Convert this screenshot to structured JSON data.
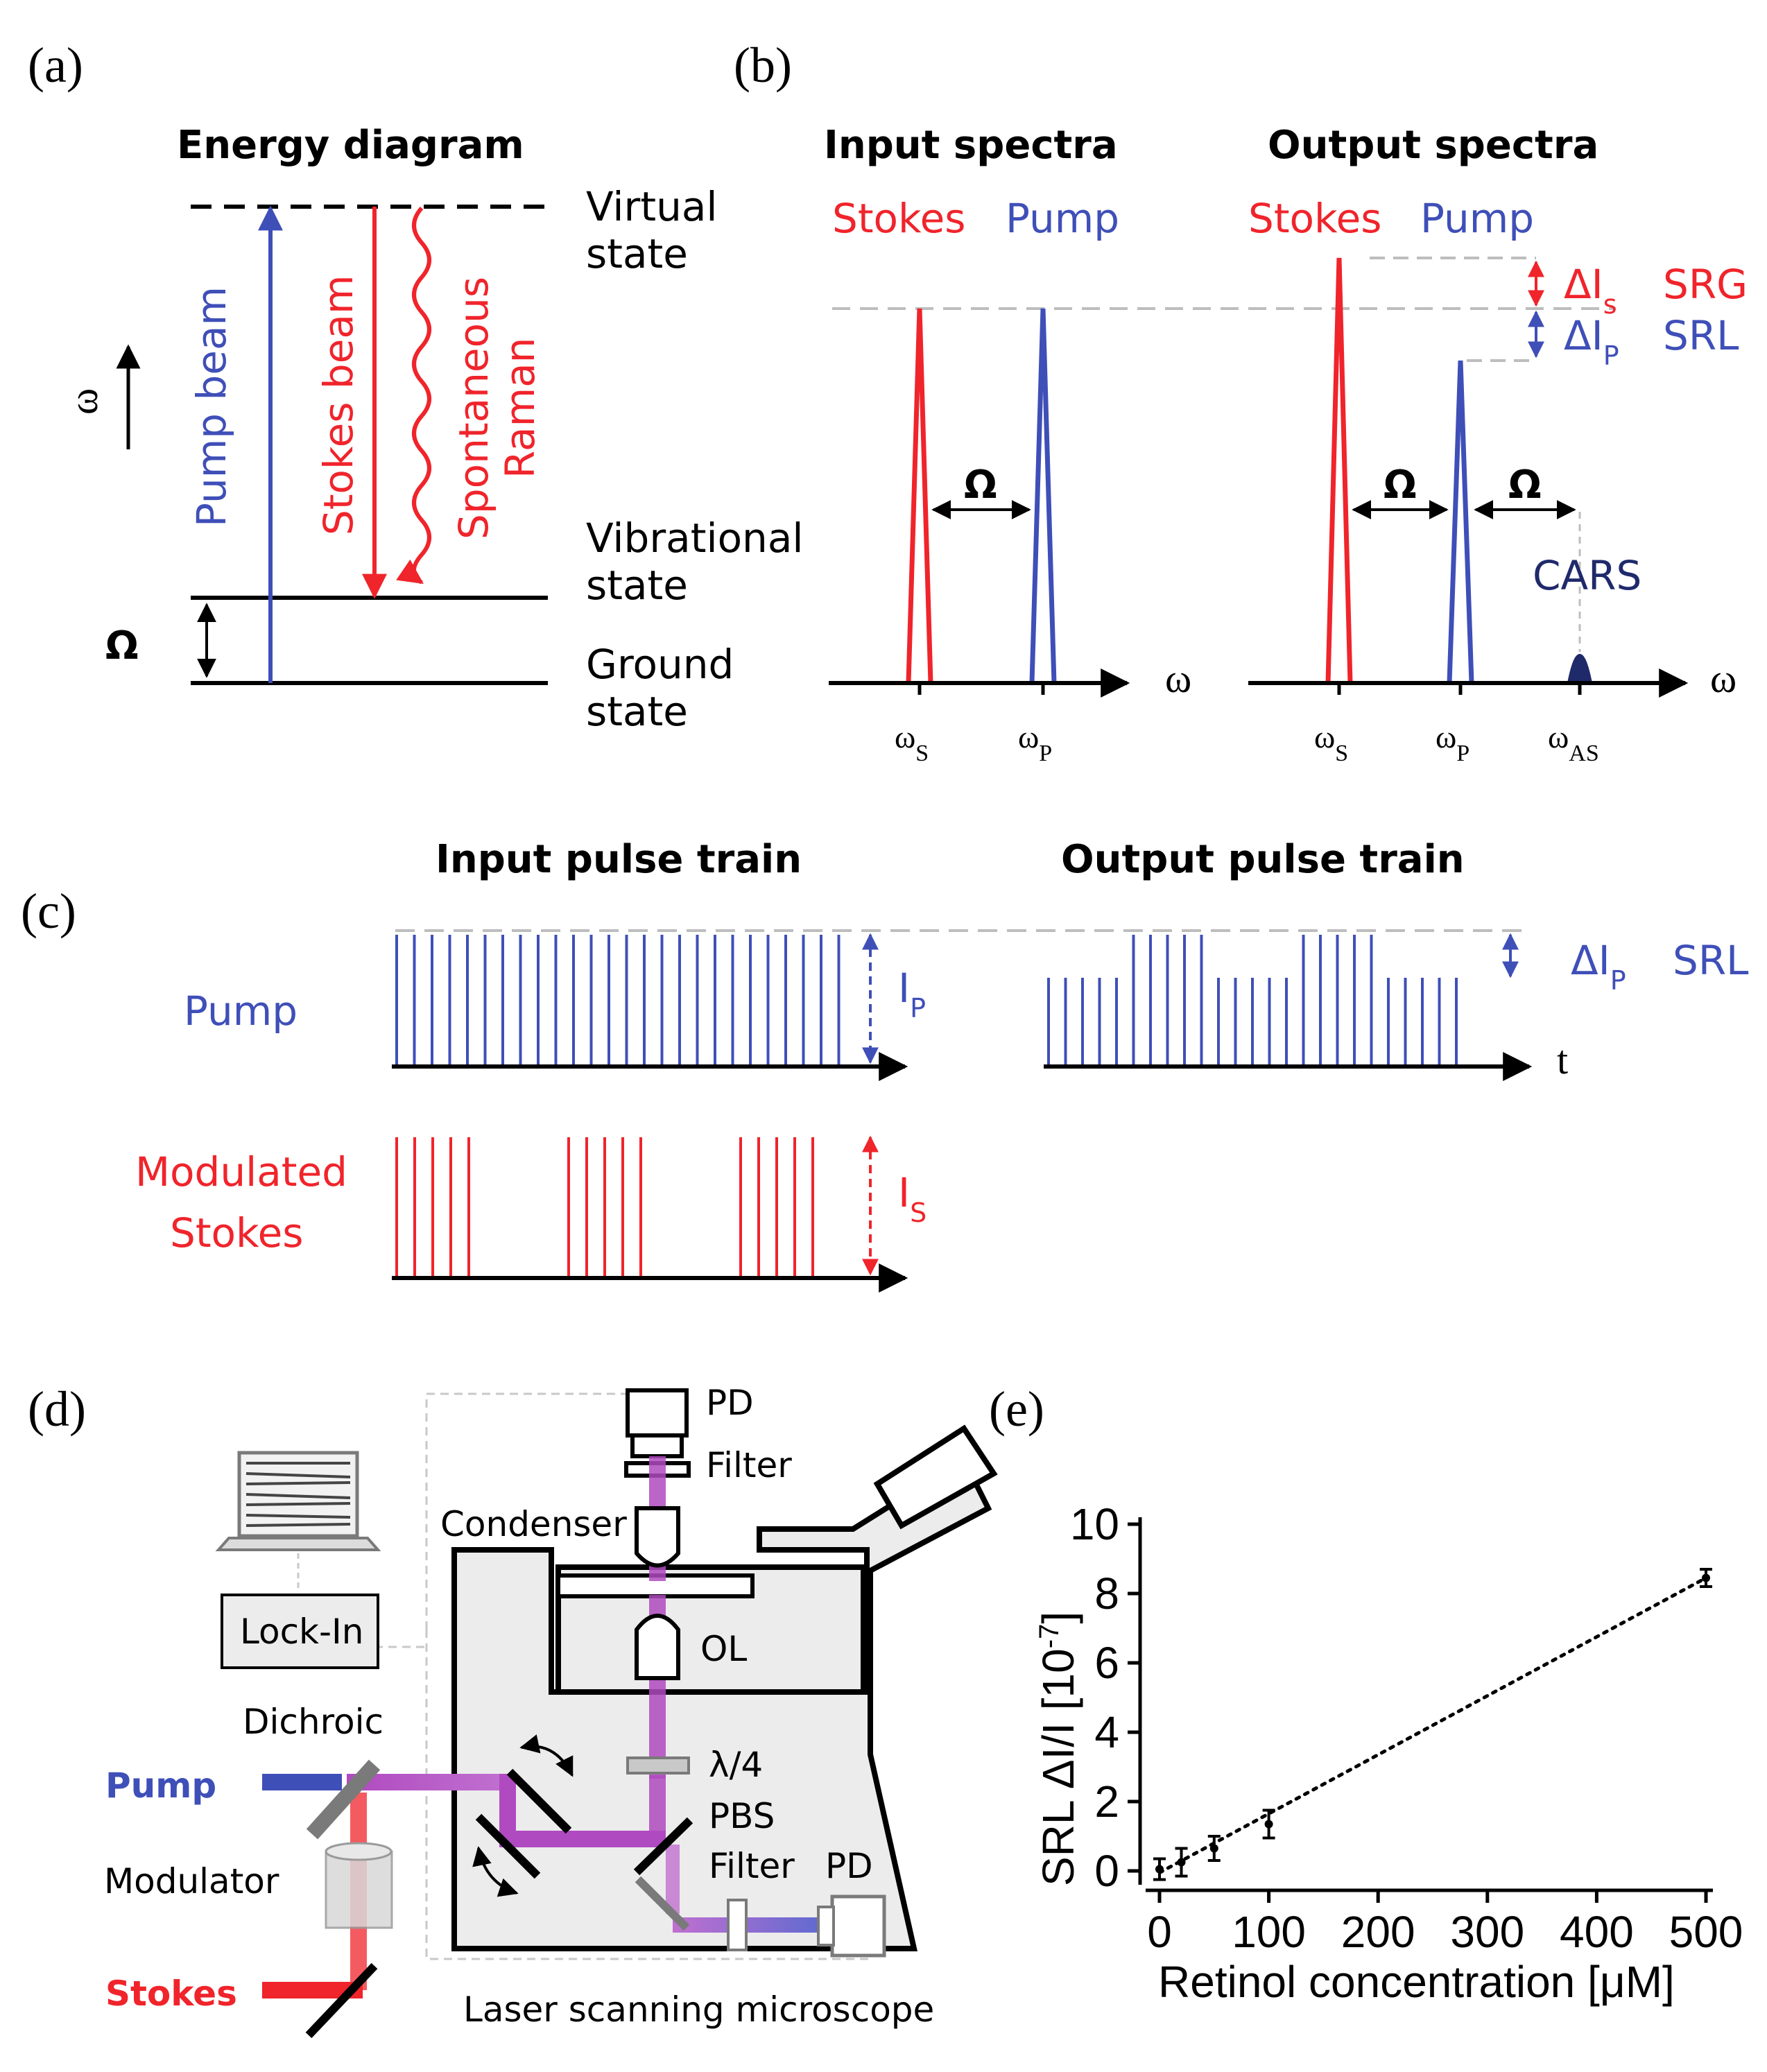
{
  "panels": {
    "a": "(a)",
    "b": "(b)",
    "c": "(c)",
    "d": "(d)",
    "e": "(e)"
  },
  "energy_diagram": {
    "title": "Energy diagram",
    "states": {
      "virtual": [
        "Virtual",
        "state"
      ],
      "vibrational": [
        "Vibrational",
        "state"
      ],
      "ground": [
        "Ground",
        "state"
      ]
    },
    "beams": {
      "pump": "Pump beam",
      "stokes": "Stokes beam",
      "raman": [
        "Spontaneous",
        "Raman"
      ]
    },
    "omega_axis": "ω",
    "Omega": "Ω",
    "colors": {
      "pump": "#3f4fb8",
      "stokes": "#f0242b",
      "black": "#000000"
    }
  },
  "spectra": {
    "input_title": "Input spectra",
    "output_title": "Output spectra",
    "stokes": "Stokes",
    "pump": "Pump",
    "omega": "Ω",
    "axis": "ω",
    "ws": "ωS",
    "wp": "ωP",
    "was": "ωAS",
    "delta_is": "ΔIs",
    "delta_ip": "ΔIP",
    "srg": "SRG",
    "srl": "SRL",
    "cars": "CARS",
    "cars_color": "#1f2a6b"
  },
  "pulse_trains": {
    "input_title": "Input pulse train",
    "output_title": "Output pulse train",
    "pump": "Pump",
    "modulated": "Modulated",
    "stokes": "Stokes",
    "ip": "IP",
    "is": "IS",
    "delta_ip": "ΔIP",
    "srl": "SRL",
    "t": "t"
  },
  "setup": {
    "pd_top": "PD",
    "filter_top": "Filter",
    "condenser": "Condenser",
    "lockin": "Lock-In",
    "ol": "OL",
    "dichroic": "Dichroic",
    "pump": "Pump",
    "modulator": "Modulator",
    "stokes": "Stokes",
    "quarter_wave": "λ/4",
    "pbs": "PBS",
    "filter": "Filter",
    "pd": "PD",
    "microscope": "Laser scanning microscope"
  },
  "chart_data": {
    "type": "scatter",
    "xlabel": "Retinol concentration [μM]",
    "ylabel": "SRL ΔI/I [10",
    "ylabel_exp": "-7",
    "ylabel_end": "]",
    "xlim": [
      0,
      500
    ],
    "ylim": [
      0,
      10
    ],
    "x_ticks": [
      0,
      100,
      200,
      300,
      400,
      500
    ],
    "y_ticks": [
      0,
      2,
      4,
      6,
      8,
      10
    ],
    "points": [
      {
        "x": 0,
        "y": 0.05,
        "err": 0.3
      },
      {
        "x": 20,
        "y": 0.25,
        "err": 0.4
      },
      {
        "x": 50,
        "y": 0.65,
        "err": 0.35
      },
      {
        "x": 100,
        "y": 1.35,
        "err": 0.4
      },
      {
        "x": 500,
        "y": 8.45,
        "err": 0.25
      }
    ],
    "fit": {
      "style": "dotted",
      "x": [
        0,
        500
      ],
      "y": [
        -0.05,
        8.45
      ]
    },
    "grid": false
  }
}
